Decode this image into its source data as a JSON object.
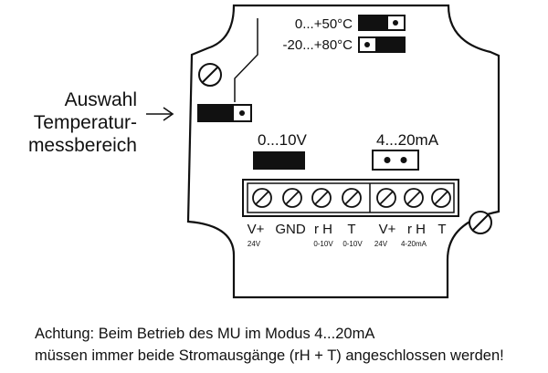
{
  "left_label": {
    "line1": "Auswahl",
    "line2": "Temperatur-",
    "line3": "messbereich"
  },
  "temperature_ranges": {
    "range_1": "0...+50°C",
    "range_2": "-20...+80°C"
  },
  "output_modes": {
    "voltage": "0...10V",
    "current": "4...20mA"
  },
  "terminals": {
    "voltage_group": [
      {
        "label": "V+",
        "sub": "24V"
      },
      {
        "label": "GND",
        "sub": ""
      },
      {
        "label": "r H",
        "sub": "0-10V"
      },
      {
        "label": "T",
        "sub": "0-10V"
      }
    ],
    "current_group": [
      {
        "label": "V+",
        "sub": "24V"
      },
      {
        "label": "r H",
        "sub": "4-20mA"
      },
      {
        "label": "T",
        "sub": ""
      }
    ]
  },
  "note": {
    "line1": "Achtung: Beim Betrieb des MU im Modus 4...20mA",
    "line2": "müssen immer beide Stromausgänge (rH + T) angeschlossen werden!"
  },
  "colors": {
    "ink": "#111111",
    "background": "#ffffff"
  }
}
